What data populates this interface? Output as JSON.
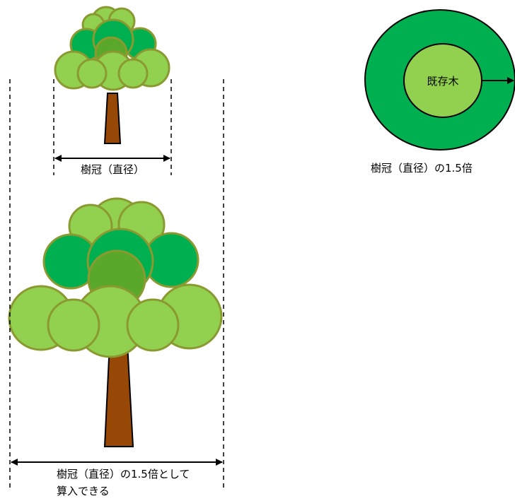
{
  "labels": {
    "small_crown_width": "樹冠（直径）",
    "large_crown_width_line1": "樹冠（直径）の1.5倍として",
    "large_crown_width_line2": "算入できる",
    "existing_tree": "既存木",
    "circle_caption": "樹冠（直径）の1.5倍"
  },
  "colors": {
    "foliage_light": "#92d050",
    "foliage_mid": "#00b050",
    "foliage_dark": "#5aa82a",
    "foliage_outline": "#8a9a30",
    "trunk": "#974706",
    "circle_outer": "#00b050",
    "circle_inner": "#92d050",
    "outline": "#000000"
  },
  "icons": {
    "small_tree": "tree-icon",
    "large_tree": "tree-icon",
    "arrow": "double-arrow-icon"
  }
}
